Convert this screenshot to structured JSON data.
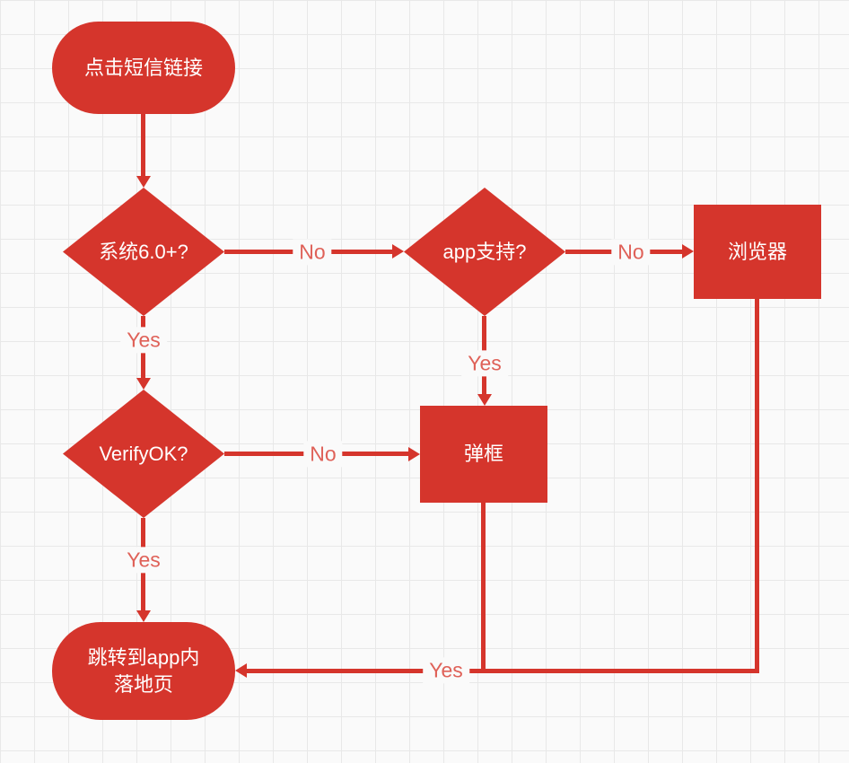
{
  "diagram": {
    "colors": {
      "shape_fill": "#d5352c",
      "shape_text": "#ffffff",
      "edge_line": "#d5352c",
      "edge_label_text": "#df6158",
      "canvas_background": "#fafafa",
      "grid_line": "#e8e8e8"
    },
    "nodes": {
      "start": {
        "label": "点击短信链接",
        "shape": "terminator"
      },
      "system_check": {
        "label": "系统6.0+?",
        "shape": "decision"
      },
      "app_support": {
        "label": "app支持?",
        "shape": "decision"
      },
      "browser": {
        "label": "浏览器",
        "shape": "process"
      },
      "verify_ok": {
        "label": "VerifyOK?",
        "shape": "decision"
      },
      "popup": {
        "label": "弹框",
        "shape": "process"
      },
      "landing": {
        "label": "跳转到app内\n落地页",
        "shape": "terminator"
      }
    },
    "edges": {
      "system_no": {
        "label": "No"
      },
      "app_no": {
        "label": "No"
      },
      "system_yes": {
        "label": "Yes"
      },
      "app_yes": {
        "label": "Yes"
      },
      "verify_no": {
        "label": "No"
      },
      "verify_yes": {
        "label": "Yes"
      },
      "merge_yes": {
        "label": "Yes"
      }
    }
  }
}
